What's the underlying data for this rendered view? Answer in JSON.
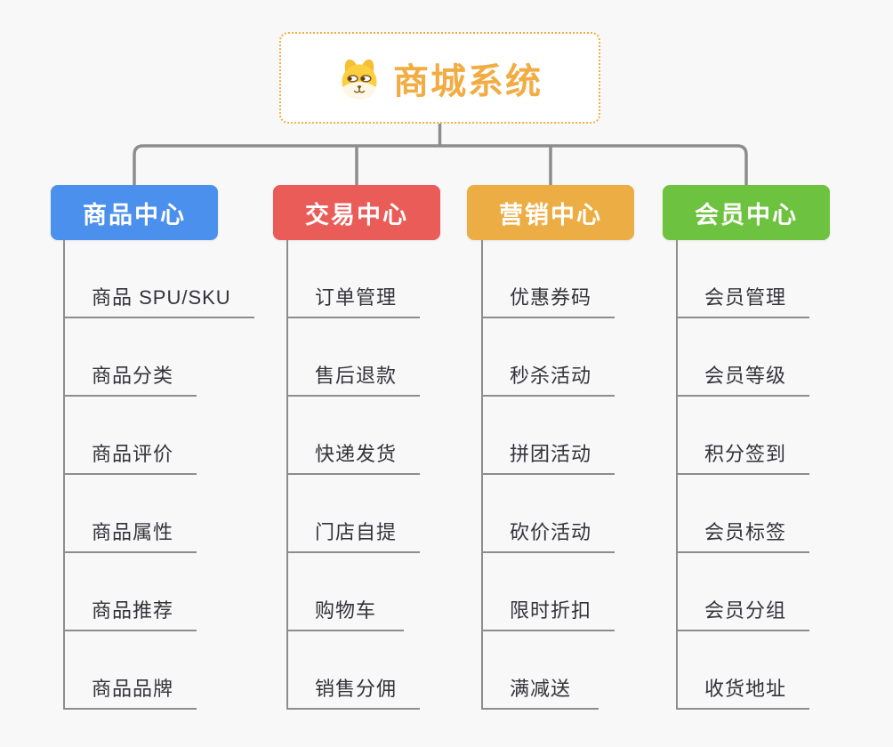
{
  "root": {
    "title": "商城系统",
    "icon": "dog-icon"
  },
  "colors": {
    "background": "#f8f8f8",
    "root_accent": "#f2ac44",
    "connector_gray": "#8d8d8d",
    "leaf_text": "#33333a",
    "branch_blue": "#4b90ec",
    "branch_red": "#e95c58",
    "branch_orange": "#ecae44",
    "branch_green": "#6dc23f"
  },
  "branches": [
    {
      "label": "商品中心",
      "color": "#4b90ec",
      "children": [
        "商品 SPU/SKU",
        "商品分类",
        "商品评价",
        "商品属性",
        "商品推荐",
        "商品品牌"
      ]
    },
    {
      "label": "交易中心",
      "color": "#e95c58",
      "children": [
        "订单管理",
        "售后退款",
        "快递发货",
        "门店自提",
        "购物车",
        "销售分佣"
      ]
    },
    {
      "label": "营销中心",
      "color": "#ecae44",
      "children": [
        "优惠券码",
        "秒杀活动",
        "拼团活动",
        "砍价活动",
        "限时折扣",
        "满减送"
      ]
    },
    {
      "label": "会员中心",
      "color": "#6dc23f",
      "children": [
        "会员管理",
        "会员等级",
        "积分签到",
        "会员标签",
        "会员分组",
        "收货地址"
      ]
    }
  ]
}
